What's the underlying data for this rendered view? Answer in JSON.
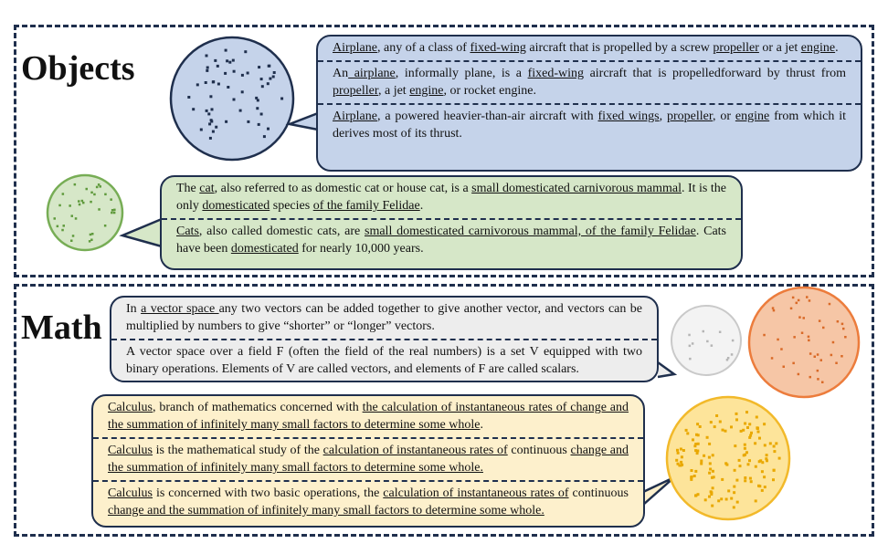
{
  "panels": {
    "objects": {
      "title": "Objects",
      "airplane": [
        "<u>Airplane</u>, any of a class of <u>fixed-wing</u> aircraft that is propelled by a screw <u>propeller</u> or a jet <u>engine</u>.",
        "An<u> airplane</u>, informally plane, is a <u>fixed-wing</u> aircraft that is propelledforward by thrust from <u>propeller</u>, a jet <u>engine</u>, or rocket engine.",
        "<u>Airplane</u>, a powered heavier-than-air aircraft with <u>fixed wings</u>, <u>propeller</u>, or <u>engine</u> from which it derives most of its thrust."
      ],
      "cat": [
        "The <u>cat</u>, also referred to as domestic cat or house cat, is a <u>small domesticated carnivorous mammal</u>. It is the only <u>domesticated</u> species <u>of the family Felidae</u>.",
        "<u>Cats</u>, also called domestic cats, are <u>small domesticated carnivorous mammal, of the family Felidae</u>. Cats have been <u>domesticated</u> for nearly 10,000 years."
      ]
    },
    "math": {
      "title": "Math",
      "vector": [
        "In <u>a vector space </u>any two vectors can be added together to give another vector, and vectors can be multiplied by numbers to give “shorter” or “longer” vectors.",
        "A vector space over a field F (often the field of the real numbers) is a set V equipped with two binary operations. Elements of V are called vectors, and elements of F are called scalars."
      ],
      "calculus": [
        "<u>Calculus</u>, branch of mathematics concerned with <u>the calculation of instantaneous rates of change and the summation of infinitely many small factors to determine some whole</u>.",
        "<u>Calculus</u> is the mathematical study of the <u>calculation of instantaneous rates of</u> continuous <u>change and the summation of infinitely many small factors to determine some whole.</u>",
        "<u>Calculus</u> is concerned with two basic operations, the <u>calculation of instantaneous rates of</u> continuous <u>change and the summation of infinitely many small factors to determine some whole.</u>"
      ]
    }
  },
  "colors": {
    "border": "#1f2f4d",
    "airplane_fill": "#c5d3ea",
    "airplane_dot": "#1f2f4d",
    "cat_fill": "#d6e7c8",
    "cat_stroke": "#77ad55",
    "cat_dot": "#5f9a3c",
    "vector_fill": "#ededed",
    "vector_circle_fill": "#f3f3f3",
    "vector_circle_stroke": "#c9c9c9",
    "vector_dot": "#b5b5b5",
    "orange_fill": "#f6c6a6",
    "orange_stroke": "#ec7c3c",
    "orange_dot": "#d96a28",
    "calculus_fill": "#fdf0cc",
    "yellow_fill": "#fde49a",
    "yellow_stroke": "#f2b92a",
    "yellow_dot": "#e9a800"
  }
}
